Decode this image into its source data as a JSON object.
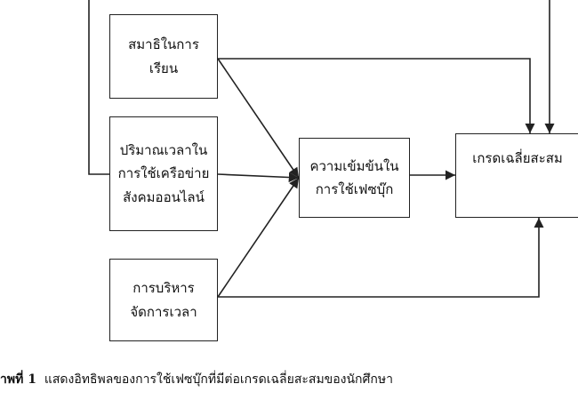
{
  "boxes": {
    "concentration": "สมาธิในการ\nเรียน",
    "screen_time": "ปริมาณเวลาใน\nการใช้เครือข่าย\nสังคมออนไลน์",
    "time_management": "การบริหาร\nจัดการเวลา",
    "addiction": "ความเข้มข้นใน\nการใช้เฟซบุ๊ก",
    "gpa": "เกรดเฉลี่ยสะสม"
  },
  "caption": {
    "label": "าพที่ 1",
    "text": "แสดงอิทธิพลของการใช้เฟซบุ๊กที่มีต่อเกรดเฉลี่ยสะสมของนักศึกษา"
  },
  "colors": {
    "line": "#222222",
    "background": "#ffffff"
  }
}
